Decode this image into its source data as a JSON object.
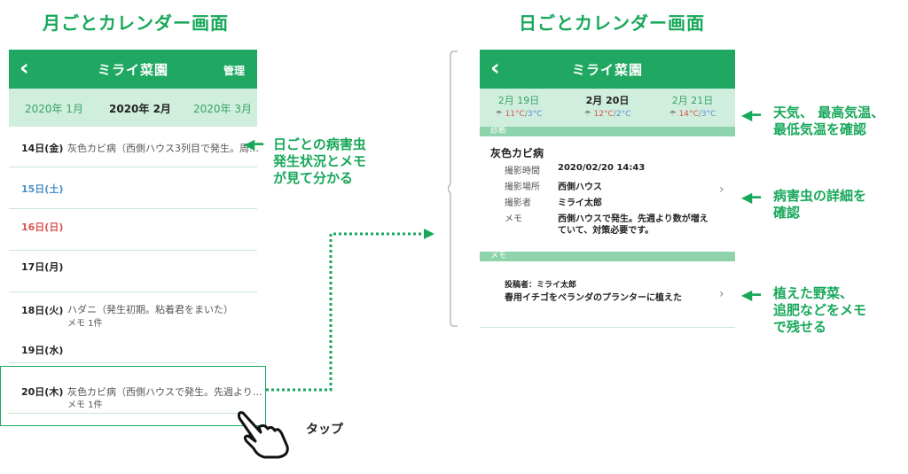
{
  "headings": {
    "monthly": "月ごとカレンダー画面",
    "daily": "日ごとカレンダー画面"
  },
  "app": {
    "title": "ミライ菜園",
    "back": "‹",
    "manage": "管理"
  },
  "months": {
    "prev": "2020年 1月",
    "current": "2020年 2月",
    "next": "2020年 3月"
  },
  "rows": [
    {
      "date": "14日(金)",
      "note": "灰色カビ病（西側ハウス3列目で発生。周…",
      "sub": ""
    },
    {
      "date": "15日(土)",
      "note": "",
      "sub": ""
    },
    {
      "date": "16日(日)",
      "note": "",
      "sub": ""
    },
    {
      "date": "17日(月)",
      "note": "",
      "sub": ""
    },
    {
      "date": "18日(火)",
      "note": "ハダニ（発生初期。粘着君をまいた）",
      "sub": "メモ 1件"
    },
    {
      "date": "19日(水)",
      "note": "",
      "sub": ""
    },
    {
      "date": "20日(木)",
      "note": "灰色カビ病（西側ハウスで発生。先週より…",
      "sub": "メモ 1件"
    }
  ],
  "colors": {
    "green": "#20a862",
    "light_green": "#cfeedd",
    "saturday": "#4a90c8",
    "sunday": "#d9534f"
  },
  "tap_label": "タップ",
  "callouts": {
    "monthly": [
      "日ごとの病害虫",
      "発生状況とメモ",
      "が見て分かる"
    ],
    "weather": [
      "天気、 最高気温、",
      "最低気温を確認"
    ],
    "detail": [
      "病害虫の詳細を",
      "確認"
    ],
    "memo": [
      "植えた野菜、",
      "追肥などをメモ",
      "で残せる"
    ]
  },
  "days": [
    {
      "date": "2月 19日",
      "high": "11°C",
      "low": "3°C",
      "sep": "/"
    },
    {
      "date": "2月 20日",
      "high": "12°C",
      "low": "2°C",
      "sep": "/"
    },
    {
      "date": "2月 21日",
      "high": "14°C",
      "low": "3°C",
      "sep": "/"
    }
  ],
  "diagnosis": {
    "section": "診断",
    "name": "灰色カビ病",
    "fields": [
      {
        "k": "撮影時間",
        "v": "2020/02/20 14:43"
      },
      {
        "k": "撮影場所",
        "v": "西側ハウス"
      },
      {
        "k": "撮影者",
        "v": "ミライ太郎"
      },
      {
        "k": "メモ",
        "v": "西側ハウスで発生。先週より数が増え"
      }
    ],
    "memo_line2": "ていて、対策必要です。"
  },
  "memo": {
    "section": "メモ",
    "poster_label": "投稿者：",
    "poster": "ミライ太郎",
    "text": "春用イチゴをベランダのプランターに植えた"
  }
}
